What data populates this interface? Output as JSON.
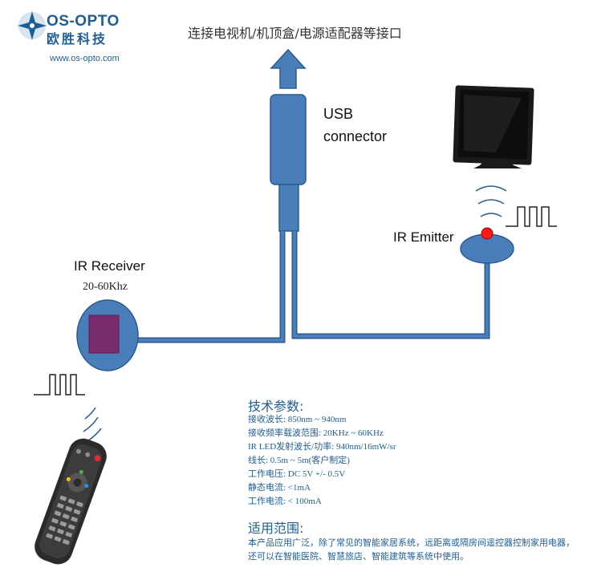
{
  "logo": {
    "brand_en": "OS-OPTO",
    "brand_cn": "欧胜科技",
    "url": "www.os-opto.com",
    "color": "#1f5e95"
  },
  "title": "连接电视机/机顶盒/电源适配器等接口",
  "labels": {
    "usb_line1": "USB",
    "usb_line2": "connector",
    "ir_emitter": "IR Emitter",
    "ir_receiver": "IR Receiver",
    "ir_receiver_freq": "20-60Khz"
  },
  "specs": {
    "title": "技术参数:",
    "items": [
      "接收波长: 850nm ~ 940nm",
      "接收频率载波范围: 20KHz ~ 60KHz",
      "IR LED发射波长/功率: 940nm/16mW/sr",
      "线长: 0.5m ~ 5m(客户制定)",
      "工作电压: DC 5V +/- 0.5V",
      "静态电流: <1mA",
      "工作电流: < 100mA"
    ]
  },
  "application": {
    "title": "适用范围:",
    "line1": "本产品应用广泛，除了常见的智能家居系统，远距离或隔房间遥控器控制家用电器，",
    "line2": "还可以在智能医院、智慧旅店、智能建筑等系统中使用。"
  },
  "colors": {
    "device_fill": "#4a7ebb",
    "device_stroke": "#2c5a8c",
    "sensor_window": "#7b2c6e",
    "led": "#ff1a1a"
  },
  "icons": [
    "star-logo-icon",
    "up-arrow-icon",
    "tv-icon",
    "remote-control-icon",
    "signal-waves-icon",
    "pulse-signal-icon"
  ]
}
